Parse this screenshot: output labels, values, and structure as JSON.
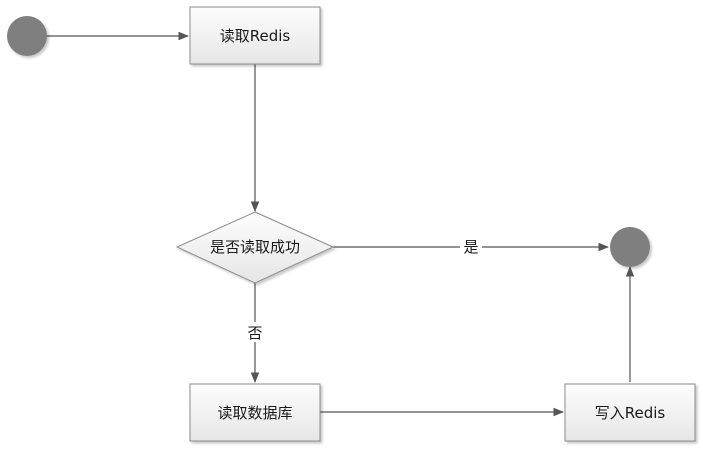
{
  "nodes": {
    "read_redis": "读取Redis",
    "decision": "是否读取成功",
    "read_db": "读取数据库",
    "write_redis": "写入Redis"
  },
  "edges": {
    "yes_label": "是",
    "no_label": "否"
  },
  "colors": {
    "box_fill_top": "#fdfdfd",
    "box_fill_bottom": "#e9e9e9",
    "box_stroke": "#8c8c8c",
    "terminal_fill": "#7f7f7f",
    "line": "#555555",
    "text": "#1a1a1a"
  }
}
